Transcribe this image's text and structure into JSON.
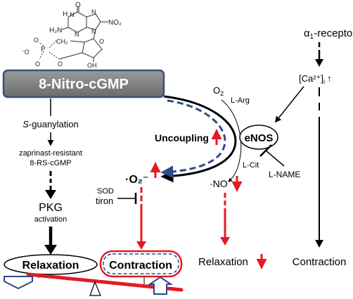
{
  "molecule": {
    "label": "8-Nitro-cGMP structure",
    "atoms": {
      "o_top": "O",
      "hn": "H",
      "n_hn": "N",
      "h2n": "H₂N",
      "n1": "N",
      "n2": "N",
      "n3": "N",
      "no2": "NO₂",
      "o_ring": "O",
      "p": "P",
      "o_p1": "O",
      "o_p2": "O",
      "o_minus": "⁻O",
      "ch2": "CH₂",
      "o_link": "O",
      "oh": "OH"
    }
  },
  "main_box": {
    "label": "8-Nitro-cGMP"
  },
  "left_path": {
    "s_guanylation": "S-guanylation",
    "zaprinast_line1": "zaprinast-resistant",
    "zaprinast_line2": "8-RS-cGMP",
    "pkg": "PKG",
    "activation": "activation"
  },
  "center": {
    "o2": "O",
    "o2_sub": "2",
    "larg": "L-Arg",
    "lcit": "L-Cit",
    "uncoupling": "Uncoupling",
    "superoxide": "·O₂⁻",
    "enos": "eNOS",
    "lname": "L-NAME",
    "no": "·NO",
    "sod": "SOD",
    "tiron": "tiron"
  },
  "right_path": {
    "alpha": "α",
    "alpha_sub": "1",
    "receptor": "-receptor",
    "ca": "[Ca²⁺]",
    "ca_sub": "i",
    "ca_arrow": "↑",
    "contraction": "Contraction"
  },
  "outcomes": {
    "relaxation_no": "Relaxation",
    "relaxation_oval": "Relaxation",
    "contraction_oval": "Contraction"
  },
  "colors": {
    "red": "#e31b23",
    "navy": "#2f4a8a",
    "box_grey": "#7f7f7f",
    "box_border": "#3b4f82"
  }
}
